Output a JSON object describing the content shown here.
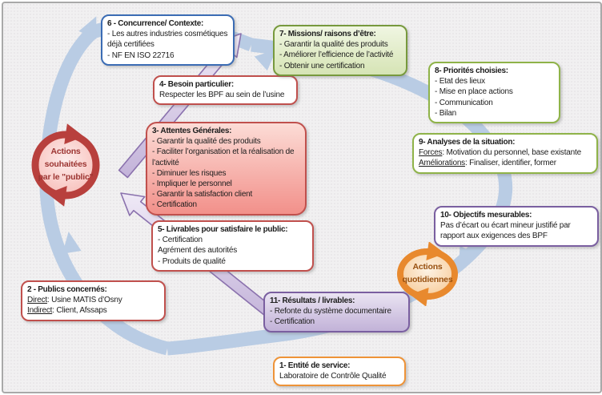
{
  "diagram": {
    "description_note": ""
  },
  "colors": {
    "cycle_blue": "#b9cce4",
    "purple_stroke": "#8a71ad",
    "purple_fill_light": "#efe9f6",
    "purple_fill_dark": "#c3b3d9",
    "badge_public_ring": "#b8403d",
    "badge_public_fill_light": "#fdeceb",
    "badge_public_fill_dark": "#f6b4ae",
    "badge_daily_ring": "#e8892e",
    "badge_daily_fill_light": "#fdf2e3",
    "badge_daily_fill_dark": "#f6c48b"
  },
  "badges": {
    "public": {
      "lines": [
        "Actions",
        "souhaitées",
        "par le \"public\""
      ]
    },
    "daily": {
      "lines": [
        "Actions",
        "quotidiennes"
      ]
    }
  },
  "boxes": [
    {
      "num": "6",
      "title": "6 - Concurrence/ Contexte:",
      "border": "#3b6cb4",
      "lines": [
        "- Les autres industries cosmétiques déjà certifiées",
        "- NF EN ISO 22716"
      ]
    },
    {
      "num": "4",
      "title": "4- Besoin particulier:",
      "border": "#c0504d",
      "lines": [
        "Respecter les BPF au sein de l’usine"
      ]
    },
    {
      "num": "3",
      "title": "3- Attentes Générales:",
      "border": "#c0504d",
      "bg_from": "#fcdcd6",
      "bg_to": "#f2908a",
      "lines": [
        "- Garantir la qualité des produits",
        "- Faciliter l’organisation et la réalisation de l’activité",
        "- Diminuer les risques",
        "- Impliquer le personnel",
        "- Garantir la satisfaction client",
        "- Certification"
      ]
    },
    {
      "num": "7",
      "title": "7- Missions/ raisons d’être:",
      "border": "#77993d",
      "bg_from": "#f0f6e2",
      "bg_to": "#d6e4b5",
      "lines": [
        "- Garantir la qualité des produits",
        "- Améliorer l’efficience de l’activité",
        "- Obtenir une certification"
      ]
    },
    {
      "num": "8",
      "title": "8- Priorités choisies:",
      "border": "#8fb349",
      "lines": [
        "- Etat des lieux",
        "- Mise en place actions",
        "- Communication",
        "- Bilan"
      ]
    },
    {
      "num": "9",
      "title": "9- Analyses de la situation:",
      "border": "#8fb349",
      "lines": [
        {
          "u": "Forces",
          "t": ": Motivation du personnel, base existante"
        },
        {
          "u": "Améliorations",
          "t": ": Finaliser, identifier, former"
        }
      ]
    },
    {
      "num": "10",
      "title": "10- Objectifs mesurables:",
      "border": "#7a5fa0",
      "lines": [
        "Pas d’écart ou écart mineur justifié par rapport aux exigences des BPF"
      ]
    },
    {
      "num": "5",
      "title": "5- Livrables pour satisfaire le public:",
      "border": "#c0504d",
      "lines": [
        "- Certification",
        "Agrément des autorités",
        "- Produits de qualité"
      ]
    },
    {
      "num": "2",
      "title": "2 - Publics concernés:",
      "border": "#c0504d",
      "lines": [
        {
          "u": "Direct",
          "t": ": Usine MATIS d’Osny"
        },
        {
          "u": "Indirect",
          "t": ": Client, Afssaps"
        }
      ]
    },
    {
      "num": "11",
      "title": "11- Résultats / livrables:",
      "border": "#7a5fa0",
      "bg_from": "#eae4f2",
      "bg_to": "#c2b2d8",
      "lines": [
        "- Refonte du système documentaire",
        "- Certification"
      ]
    },
    {
      "num": "1",
      "title": "1- Entité de service:",
      "border": "#ee9338",
      "lines": [
        "Laboratoire de Contrôle Qualité"
      ]
    }
  ]
}
